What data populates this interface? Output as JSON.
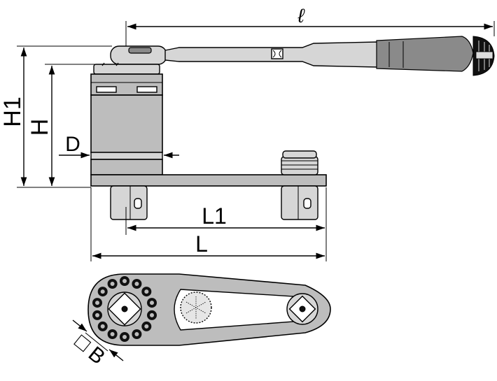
{
  "labels": {
    "overall_length": "ℓ",
    "height_total": "H1",
    "height": "H",
    "diameter": "D",
    "length_center": "L1",
    "length": "L",
    "square_drive_symbol": "□",
    "square_drive": "B"
  }
}
